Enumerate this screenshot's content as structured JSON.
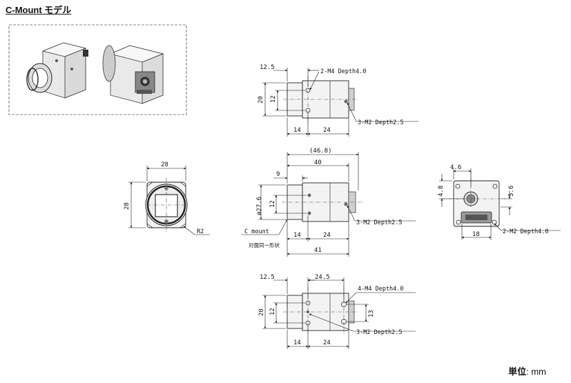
{
  "title": "C-Mount モデル",
  "unit": {
    "label": "単位",
    "value": "mm"
  },
  "views": {
    "top": {
      "dims": [
        "12.5",
        "20",
        "12",
        "14",
        "24"
      ],
      "callouts": [
        "2-M4 Depth4.0",
        "3-M2 Depth2.5"
      ]
    },
    "side": {
      "dims": [
        "(46.8)",
        "40",
        "9",
        "ø27.6",
        "12",
        "14",
        "24",
        "41"
      ],
      "callouts": [
        "3-M2 Depth2.5",
        "C mount",
        "対面同一形状"
      ]
    },
    "front": {
      "dims": [
        "28",
        "28"
      ],
      "callouts": [
        "R2"
      ]
    },
    "rear": {
      "dims": [
        "4.6",
        "4.8",
        "5.6",
        "18"
      ],
      "callouts": [
        "2-M2 Depth4.0"
      ]
    },
    "bottom": {
      "dims": [
        "12.5",
        "24.5",
        "20",
        "12",
        "13",
        "14",
        "24"
      ],
      "callouts": [
        "4-M4 Depth4.0",
        "3-M2 Depth2.5"
      ]
    }
  }
}
